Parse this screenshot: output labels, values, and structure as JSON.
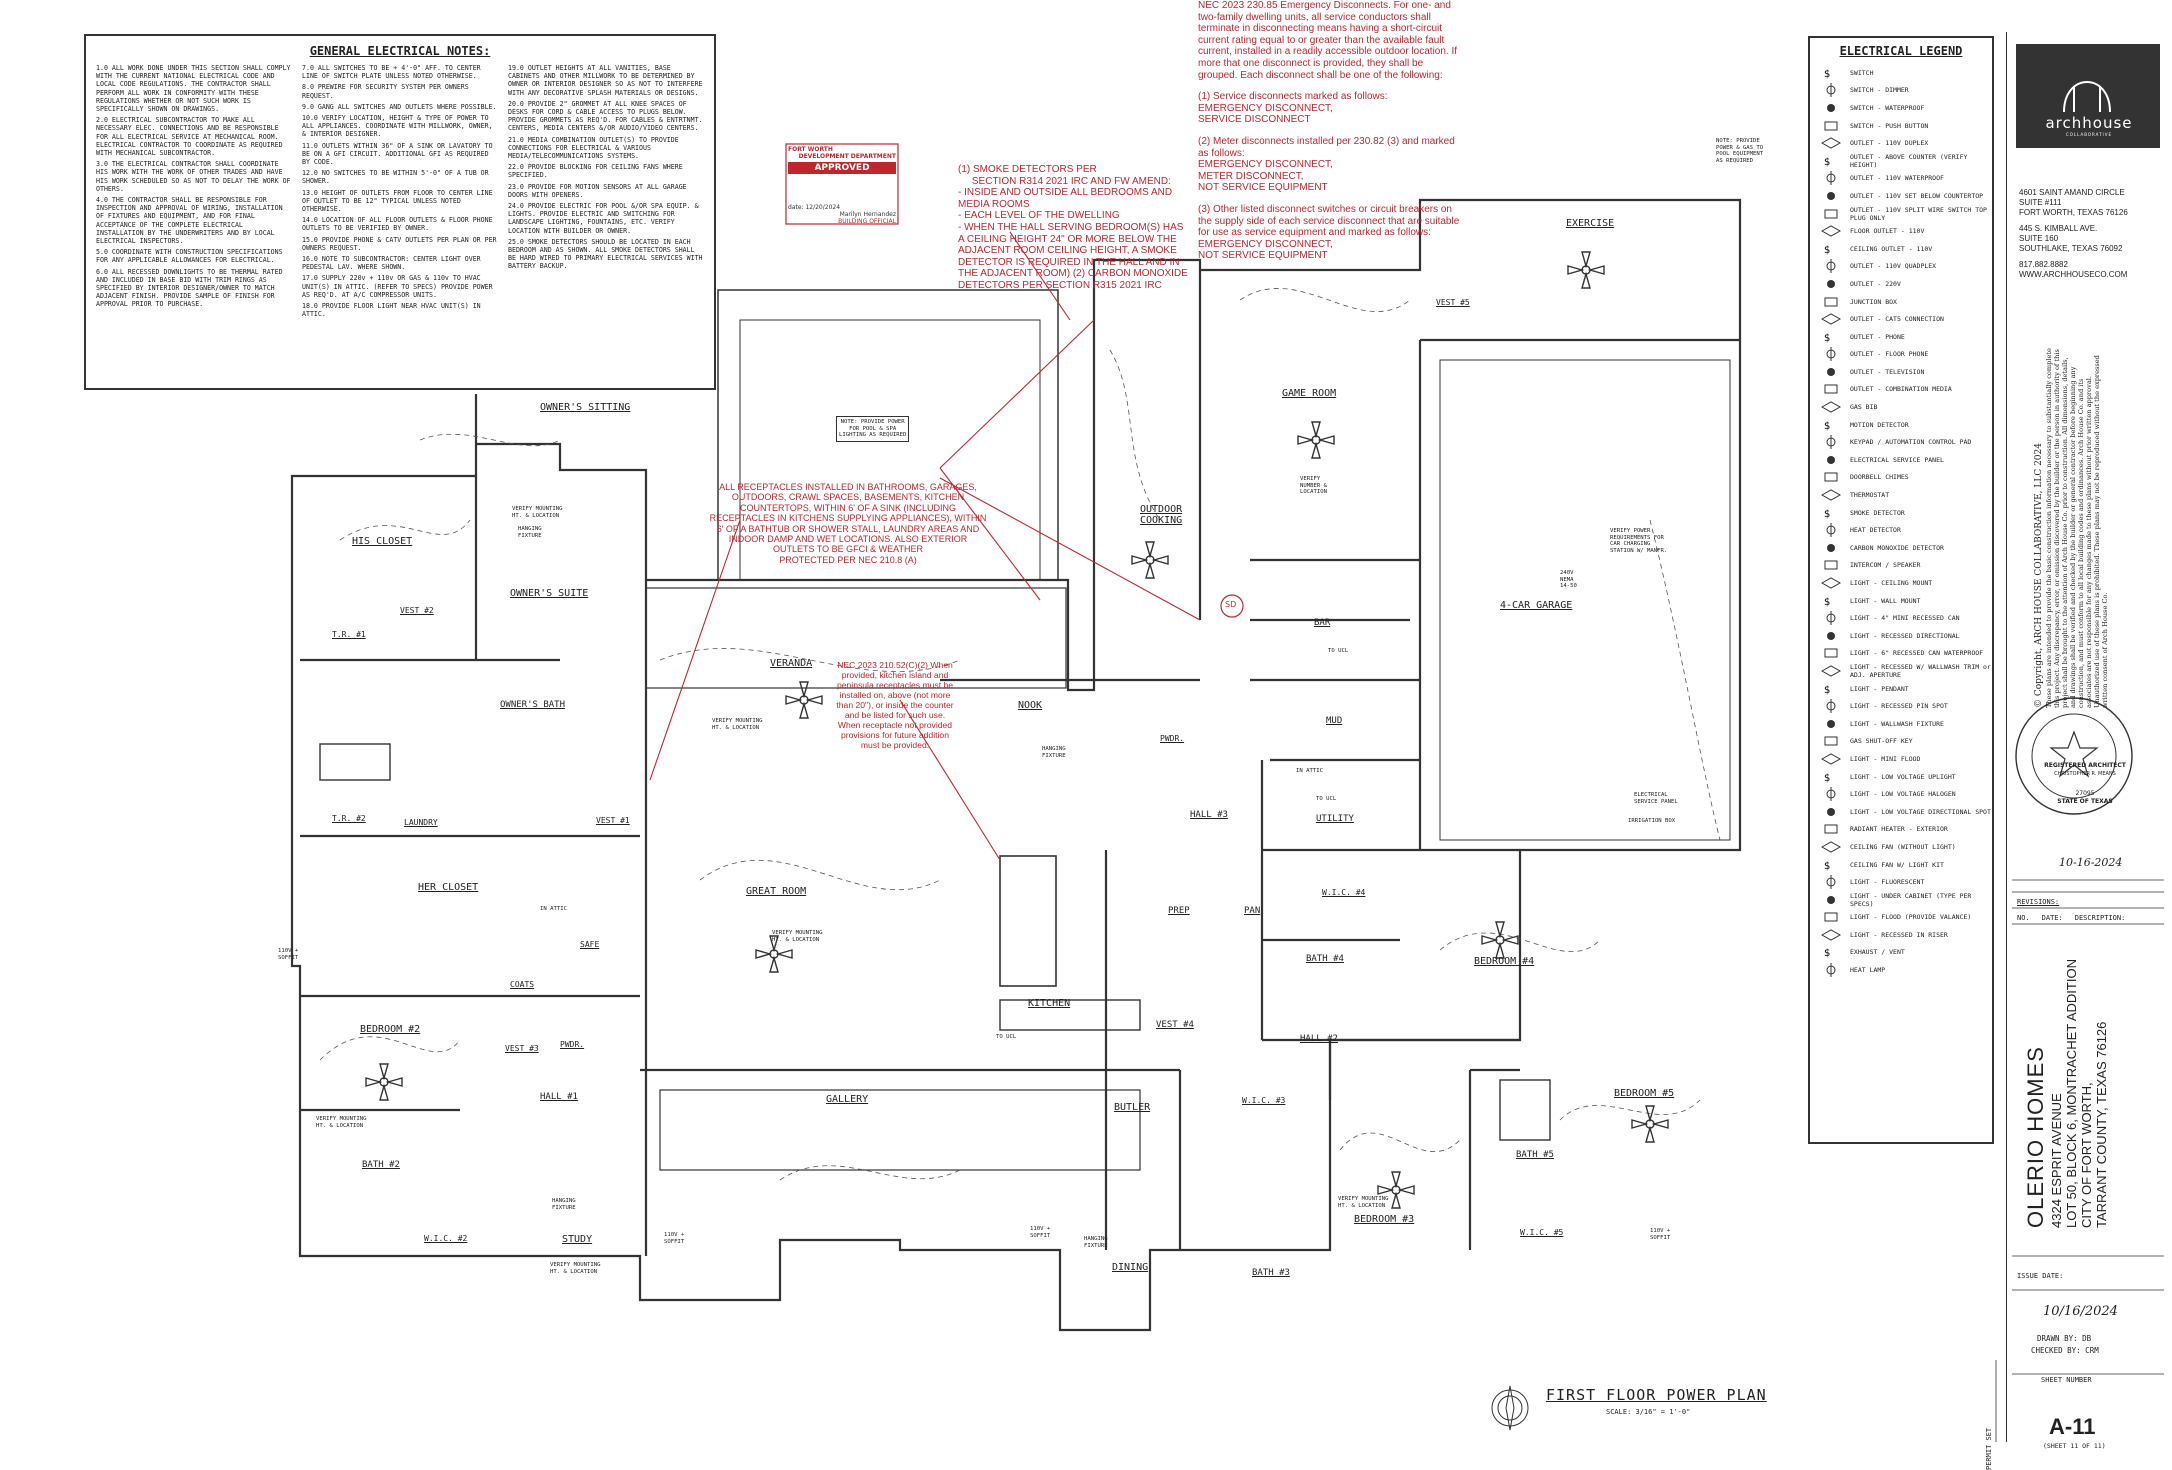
{
  "notes": {
    "title": "GENERAL ELECTRICAL NOTES:",
    "col1": [
      "1.0 ALL WORK DONE UNDER THIS SECTION SHALL COMPLY WITH THE CURRENT NATIONAL ELECTRICAL CODE AND LOCAL CODE REGULATIONS. THE CONTRACTOR SHALL PERFORM ALL WORK IN CONFORMITY WITH THESE REGULATIONS WHETHER OR NOT SUCH WORK IS SPECIFICALLY SHOWN ON DRAWINGS.",
      "2.0 ELECTRICAL SUBCONTRACTOR TO MAKE ALL NECESSARY ELEC. CONNECTIONS AND BE RESPONSIBLE FOR ALL ELECTRICAL SERVICE AT MECHANICAL ROOM. ELECTRICAL CONTRACTOR TO COORDINATE AS REQUIRED WITH MECHANICAL SUBCONTRACTOR.",
      "3.0 THE ELECTRICAL CONTRACTOR SHALL COORDINATE HIS WORK WITH THE WORK OF OTHER TRADES AND HAVE HIS WORK SCHEDULED SO AS NOT TO DELAY THE WORK OF OTHERS.",
      "4.0 THE CONTRACTOR SHALL BE RESPONSIBLE FOR INSPECTION AND APPROVAL OF WIRING, INSTALLATION OF FIXTURES AND EQUIPMENT, AND FOR FINAL ACCEPTANCE OF THE COMPLETE ELECTRICAL INSTALLATION BY THE UNDERWRITERS AND BY LOCAL ELECTRICAL INSPECTORS.",
      "5.0 COORDINATE WITH CONSTRUCTION SPECIFICATIONS FOR ANY APPLICABLE ALLOWANCES FOR ELECTRICAL.",
      "6.0 ALL RECESSED DOWNLIGHTS TO BE THERMAL RATED AND INCLUDED IN BASE BID WITH TRIM RINGS AS SPECIFIED BY INTERIOR DESIGNER/OWNER TO MATCH ADJACENT FINISH. PROVIDE SAMPLE OF FINISH FOR APPROVAL PRIOR TO PURCHASE."
    ],
    "col2": [
      "7.0 ALL SWITCHES TO BE + 4'-0\" AFF. TO CENTER LINE OF SWITCH PLATE UNLESS NOTED OTHERWISE.",
      "8.0 PREWIRE FOR SECURITY SYSTEM PER OWNERS REQUEST.",
      "9.0 GANG ALL SWITCHES AND OUTLETS WHERE POSSIBLE.",
      "10.0 VERIFY LOCATION, HEIGHT & TYPE OF POWER TO ALL APPLIANCES. COORDINATE WITH MILLWORK, OWNER, & INTERIOR DESIGNER.",
      "11.0 OUTLETS WITHIN 36\" OF A SINK OR LAVATORY TO BE ON A GFI CIRCUIT. ADDITIONAL GFI AS REQUIRED BY CODE.",
      "12.0 NO SWITCHES TO BE WITHIN 5'-0\" OF A TUB OR SHOWER.",
      "13.0 HEIGHT OF OUTLETS FROM FLOOR TO CENTER LINE OF OUTLET TO BE 12\" TYPICAL UNLESS NOTED OTHERWISE.",
      "14.0 LOCATION OF ALL FLOOR OUTLETS & FLOOR PHONE OUTLETS TO BE VERIFIED BY OWNER.",
      "15.0 PROVIDE PHONE & CATV OUTLETS PER PLAN OR PER OWNERS REQUEST.",
      "16.0 NOTE TO SUBCONTRACTOR: CENTER LIGHT OVER PEDESTAL LAV. WHERE SHOWN.",
      "17.0 SUPPLY 220v + 110v OR GAS & 110v TO HVAC UNIT(S) IN ATTIC. (REFER TO SPECS) PROVIDE POWER AS REQ'D. AT A/C COMPRESSOR UNITS.",
      "18.0 PROVIDE FLOOR LIGHT NEAR HVAC UNIT(S) IN ATTIC."
    ],
    "col3": [
      "19.0 OUTLET HEIGHTS AT ALL VANITIES, BASE CABINETS AND OTHER MILLWORK TO BE DETERMINED BY OWNER OR INTERIOR DESIGNER SO AS NOT TO INTERFERE WITH ANY DECORATIVE SPLASH MATERIALS OR DESIGNS.",
      "20.0 PROVIDE 2\" GROMMET AT ALL KNEE SPACES OF DESKS FOR CORD & CABLE ACCESS TO PLUGS BELOW. PROVIDE GROMMETS AS REQ'D. FOR CABLES & ENTRTNMT. CENTERS, MEDIA CENTERS &/OR AUDIO/VIDEO CENTERS.",
      "21.0 MEDIA COMBINATION OUTLET(S) TO PROVIDE CONNECTIONS FOR ELECTRICAL & VARIOUS MEDIA/TELECOMMUNICATIONS SYSTEMS.",
      "22.0 PROVIDE BLOCKING FOR CEILING FANS WHERE SPECIFIED.",
      "23.0 PROVIDE FOR MOTION SENSORS AT ALL GARAGE DOORS WITH OPENERS.",
      "24.0 PROVIDE ELECTRIC FOR POOL &/OR SPA EQUIP. & LIGHTS. PROVIDE ELECTRIC AND SWITCHING FOR LANDSCAPE LIGHTING, FOUNTAINS, ETC. VERIFY LOCATION WITH BUILDER OR OWNER.",
      "25.0 SMOKE DETECTORS SHOULD BE LOCATED IN EACH BEDROOM AND AS SHOWN. ALL SMOKE DETECTORS SHALL BE HARD WIRED TO PRIMARY ELECTRICAL SERVICES WITH BATTERY BACKUP."
    ]
  },
  "stamp": {
    "city": "FORT WORTH",
    "dept": "DEVELOPMENT DEPARTMENT",
    "status": "APPROVED",
    "signed": "Marilyn Hernandez",
    "role": "BUILDING OFFICIAL",
    "date": "date: 12/20/2024"
  },
  "red_notes": {
    "emergency": [
      "NEC 2023 230.85 Emergency Disconnects. For one- and",
      "two-family dwelling units, all service conductors shall",
      "terminate in disconnecting means having a short-circuit",
      "current rating equal to or greater than the available fault",
      "current, installed in a readily accessible outdoor location. If",
      "more that one disconnect is provided, they shall be",
      "grouped. Each disconnect shall be one of the following:",
      "",
      "(1) Service disconnects marked as follows:",
      "EMERGENCY DISCONNECT,",
      "SERVICE DISCONNECT",
      "",
      "(2) Meter disconnects installed per 230.82 (3) and marked",
      "as follows:",
      "EMERGENCY DISCONNECT,",
      "METER DISCONNECT,",
      "NOT SERVICE EQUIPMENT",
      "",
      "(3) Other listed disconnect switches or circuit breakers on",
      "the supply side of each service disconnect that are suitable",
      "for use as service equipment and marked as follows:",
      "EMERGENCY DISCONNECT,",
      "NOT SERVICE EQUIPMENT"
    ],
    "smoke": [
      "(1) SMOKE DETECTORS PER",
      "     SECTION R314 2021 IRC AND FW AMEND:",
      "- INSIDE AND OUTSIDE ALL BEDROOMS AND",
      "MEDIA ROOMS",
      "- EACH LEVEL OF THE DWELLING",
      "- WHEN THE HALL SERVING BEDROOM(S) HAS",
      "A CEILING HEIGHT 24\" OR MORE BELOW THE",
      "ADJACENT ROOM CEILING HEIGHT, A SMOKE",
      "DETECTOR IS REQUIRED IN THE HALL AND IN",
      "THE ADJACENT ROOM) (2) CARBON MONOXIDE",
      "DETECTORS PER SECTION R315 2021 IRC"
    ],
    "receptacles": [
      "ALL RECEPTACLES INSTALLED IN BATHROOMS, GARAGES,",
      "OUTDOORS, CRAWL SPACES, BASEMENTS, KITCHEN",
      "COUNTERTOPS, WITHIN 6' OF A SINK (INCLUDING",
      "RECEPTACLES IN KITCHENS SUPPLYING APPLIANCES), WITHIN",
      "6' OF A BATHTUB OR SHOWER STALL, LAUNDRY AREAS AND",
      "INDOOR DAMP AND WET LOCATIONS. ALSO EXTERIOR",
      "OUTLETS TO BE GFCI & WEATHER",
      "PROTECTED PER NEC 210.8 (A)"
    ],
    "island": [
      "NEC 2023 210.52(C)(2) When",
      "provided, kitchen island and",
      "peninsula receptacles must be",
      "installed on, above (not more",
      "than 20\"), or inside the counter",
      "and be listed for such use.",
      "When receptacle not provided",
      "provisions for future addition",
      "must be provided."
    ],
    "sd": "SD"
  },
  "rooms": {
    "owners_sitting": "OWNER'S SITTING",
    "his_closet": "HIS CLOSET",
    "owners_suite": "OWNER'S SUITE",
    "owners_bath": "OWNER'S BATH",
    "tr1": "T.R. #1",
    "tr2": "T.R. #2",
    "vest2": "VEST #2",
    "laundry": "LAUNDRY",
    "her_closet": "HER CLOSET",
    "safe": "SAFE",
    "coats": "COATS",
    "pwdr_w": "PWDR.",
    "vest3": "VEST #3",
    "bedroom2": "BEDROOM #2",
    "hall1": "HALL #1",
    "bath2": "BATH #2",
    "wic2": "W.I.C. #2",
    "study": "STUDY",
    "veranda": "VERANDA",
    "vest1": "VEST #1",
    "great_room": "GREAT ROOM",
    "gallery": "GALLERY",
    "nook": "NOOK",
    "kitchen": "KITCHEN",
    "butler": "BUTLER",
    "dining": "DINING",
    "pwdr_e": "PWDR.",
    "hall3": "HALL #3",
    "prep": "PREP",
    "pan": "PAN",
    "vest4": "VEST #4",
    "outdoor_cooking": "OUTDOOR\nCOOKING",
    "game_room": "GAME ROOM",
    "exercise": "EXERCISE",
    "vest5": "VEST #5",
    "bar": "BAR",
    "mud": "MUD",
    "utility": "UTILITY",
    "four_car_garage": "4-CAR GARAGE",
    "wic4": "W.I.C. #4",
    "bath4": "BATH #4",
    "bedroom4": "BEDROOM #4",
    "hall2": "HALL #2",
    "wic3": "W.I.C. #3",
    "bedroom3": "BEDROOM #3",
    "bath3": "BATH #3",
    "bath5": "BATH #5",
    "wic5": "W.I.C. #5",
    "bedroom5": "BEDROOM #5"
  },
  "small_labels": {
    "hanging_fixture": "HANGING\nFIXTURE",
    "verify_mounting": "VERIFY MOUNTING\nHT. & LOCATION",
    "pool_note": "NOTE: PROVIDE POWER\nFOR POOL & SPA\nLIGHTING AS REQUIRED",
    "pool_equip_note": "NOTE: PROVIDE\nPOWER & GAS TO\nPOOL EQUIPMENT\nAS REQUIRED",
    "in_attic": "IN ATTIC",
    "to_ucl": "TO UCL",
    "soffit": "110V +\nSOFFIT",
    "verify_power_car": "VERIFY POWER\nREQUIREMENTS FOR\nCAR CHARGING\nSTATION W/ MANFR.",
    "electrical_service_panel": "ELECTRICAL\nSERVICE PANEL",
    "irrigation_box": "IRRIGATION BOX",
    "nema": "240V\nNEMA\n14-50",
    "verify_number": "VERIFY\nNUMBER &\nLOCATION"
  },
  "plan_title": "FIRST FLOOR POWER PLAN",
  "plan_scale": "SCALE: 3/16\" = 1'-0\"",
  "legend": {
    "title": "ELECTRICAL LEGEND",
    "items": [
      "SWITCH",
      "SWITCH - DIMMER",
      "SWITCH - WATERPROOF",
      "SWITCH - PUSH BUTTON",
      "OUTLET - 110V DUPLEX",
      "OUTLET - ABOVE COUNTER (VERIFY HEIGHT)",
      "OUTLET - 110V WATERPROOF",
      "OUTLET - 110V SET BELOW COUNTERTOP",
      "OUTLET - 110V SPLIT WIRE SWITCH TOP PLUG ONLY",
      "FLOOR OUTLET - 110V",
      "CEILING OUTLET - 110V",
      "OUTLET - 110V QUADPLEX",
      "OUTLET - 220V",
      "JUNCTION BOX",
      "OUTLET - CAT5 CONNECTION",
      "OUTLET - PHONE",
      "OUTLET - FLOOR PHONE",
      "OUTLET - TELEVISION",
      "OUTLET - COMBINATION MEDIA",
      "GAS BIB",
      "MOTION DETECTOR",
      "KEYPAD / AUTOMATION CONTROL PAD",
      "ELECTRICAL SERVICE PANEL",
      "DOORBELL CHIMES",
      "THERMOSTAT",
      "SMOKE DETECTOR",
      "HEAT DETECTOR",
      "CARBON MONOXIDE DETECTOR",
      "INTERCOM / SPEAKER",
      "LIGHT - CEILING MOUNT",
      "LIGHT - WALL MOUNT",
      "LIGHT - 4\" MINI RECESSED CAN",
      "LIGHT - RECESSED DIRECTIONAL",
      "LIGHT - 6\" RECESSED CAN WATERPROOF",
      "LIGHT - RECESSED W/ WALLWASH TRIM or ADJ. APERTURE",
      "LIGHT - PENDANT",
      "LIGHT - RECESSED PIN SPOT",
      "LIGHT - WALLWASH FIXTURE",
      "GAS SHUT-OFF KEY",
      "LIGHT - MINI FLOOD",
      "LIGHT - LOW VOLTAGE UPLIGHT",
      "LIGHT - LOW VOLTAGE HALOGEN",
      "LIGHT - LOW VOLTAGE DIRECTIONAL SPOT",
      "RADIANT HEATER - EXTERIOR",
      "CEILING FAN (WITHOUT LIGHT)",
      "CEILING FAN W/ LIGHT KIT",
      "LIGHT - FLUORESCENT",
      "LIGHT - UNDER CABINET (TYPE PER SPECS)",
      "LIGHT - FLOOD (PROVIDE VALANCE)",
      "LIGHT - RECESSED IN RISER",
      "EXHAUST / VENT",
      "HEAT LAMP"
    ]
  },
  "firm": {
    "name": "archhouse",
    "sub": "COLLABORATIVE",
    "addr1": "4601 SAINT AMAND CIRCLE",
    "addr2": "SUITE #111",
    "addr3": "FORT WORTH, TEXAS 76126",
    "addr4": "445 S. KIMBALL AVE.",
    "addr5": "SUITE 160",
    "addr6": "SOUTHLAKE, TEXAS 76092",
    "phone": "817.882.8882",
    "web": "WWW.ARCHHOUSECO.COM",
    "copyright": "© Copyright, ARCH HOUSE COLLABORATIVE, LLC 2024",
    "disclaimer": "These plans are intended to provide the basic construction information necessary to substantially complete this project. Any discrepancy, error, or omission discovered by the builder or the person in authority of this project shall be brought to the attention of Arch House Co. prior to construction. All dimensions, details, and drawings shall be verified and checked by the builder or general contractor before beginning any construction, and must conform to all local building codes and ordinances. Arch House Co. and its associates are not responsible for any changes made to these plans without prior written approval. Unauthorized use of these plans is prohibited. These plans may not be reproduced without the expressed written consent of Arch House Co."
  },
  "seal": {
    "ring": "REGISTERED ARCHITECT",
    "name": "CHRISTOPHER R. MEANS",
    "number": "27095",
    "state": "STATE OF TEXAS",
    "date": "10-16-2024"
  },
  "revisions": {
    "title": "REVISIONS:",
    "no": "NO.",
    "date": "DATE:",
    "desc": "DESCRIPTION:"
  },
  "project": {
    "name": "OLERIO HOMES",
    "line1": "4324 ESPRIT AVENUE",
    "line2": "LOT 50, BLOCK 6, MONTRACHET ADDITION",
    "line3": "CITY OF FORT WORTH,",
    "line4": "TARRANT COUNTY, TEXAS 76126"
  },
  "issue": {
    "label": "ISSUE DATE:",
    "date": "10/16/2024",
    "drawn": "DRAWN BY:  DB",
    "checked": "CHECKED BY:  CRM",
    "sheet_label": "SHEET NUMBER",
    "sheet": "A-11",
    "sheet_of": "(SHEET 11 OF 11)",
    "permit": "PERMIT SET"
  },
  "colors": {
    "line": "#3a3a3a",
    "red": "#c0262e"
  }
}
